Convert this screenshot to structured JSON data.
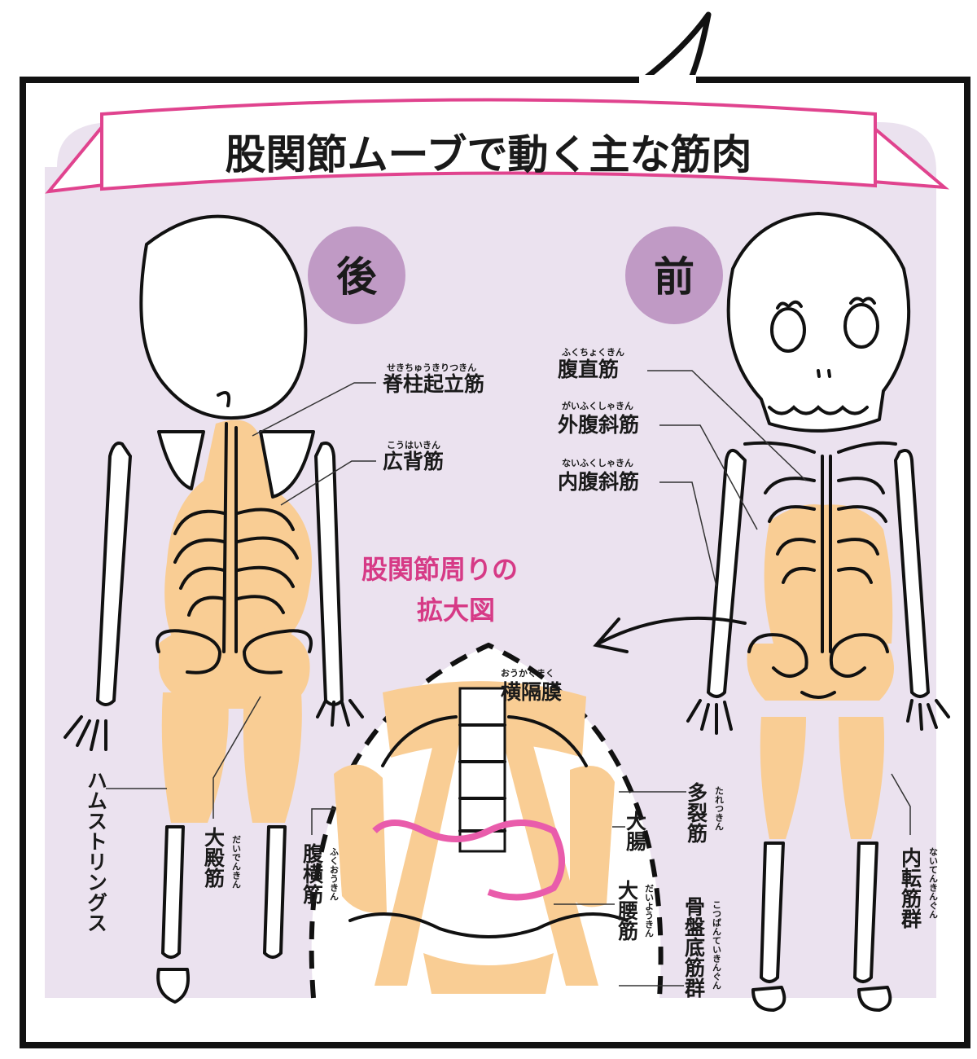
{
  "title": "股関節ムーブで動く主な筋肉",
  "sides": {
    "back": "後",
    "front": "前"
  },
  "callout": {
    "line1": "股関節周りの",
    "line2": "拡大図"
  },
  "labels": {
    "erector": {
      "text": "脊柱起立筋",
      "ruby": "せきちゅうきりつきん"
    },
    "latissimus": {
      "text": "広背筋",
      "ruby": "こうはいきん"
    },
    "hamstrings": {
      "text": "ハムストリングス"
    },
    "gluteus": {
      "text": "大殿筋",
      "ruby": "だいでんきん"
    },
    "rectus": {
      "text": "腹直筋",
      "ruby": "ふくちょくきん"
    },
    "external_oblique": {
      "text": "外腹斜筋",
      "ruby": "がいふくしゃきん"
    },
    "internal_oblique": {
      "text": "内腹斜筋",
      "ruby": "ないふくしゃきん"
    },
    "adductors": {
      "text": "内転筋群",
      "ruby": "ないてんきんぐん"
    },
    "diaphragm": {
      "text": "横隔膜",
      "ruby": "おうかくまく"
    },
    "transverse": {
      "text": "腹横筋",
      "ruby": "ふくおうきん"
    },
    "multifidus": {
      "text": "多裂筋",
      "ruby": "たれつきん"
    },
    "large_intestine": {
      "text": "大腸"
    },
    "psoas": {
      "text": "大腰筋",
      "ruby": "だいようきん"
    },
    "pelvic_floor": {
      "text": "骨盤底筋群",
      "ruby": "こつばんていきんぐん"
    }
  },
  "colors": {
    "background_panel": "#ebe2ef",
    "muscle": "#f9cd94",
    "badge": "#c09ac5",
    "ribbon_stroke": "#e0438e",
    "intestine": "#e95cab",
    "accent_text": "#d63a86"
  }
}
